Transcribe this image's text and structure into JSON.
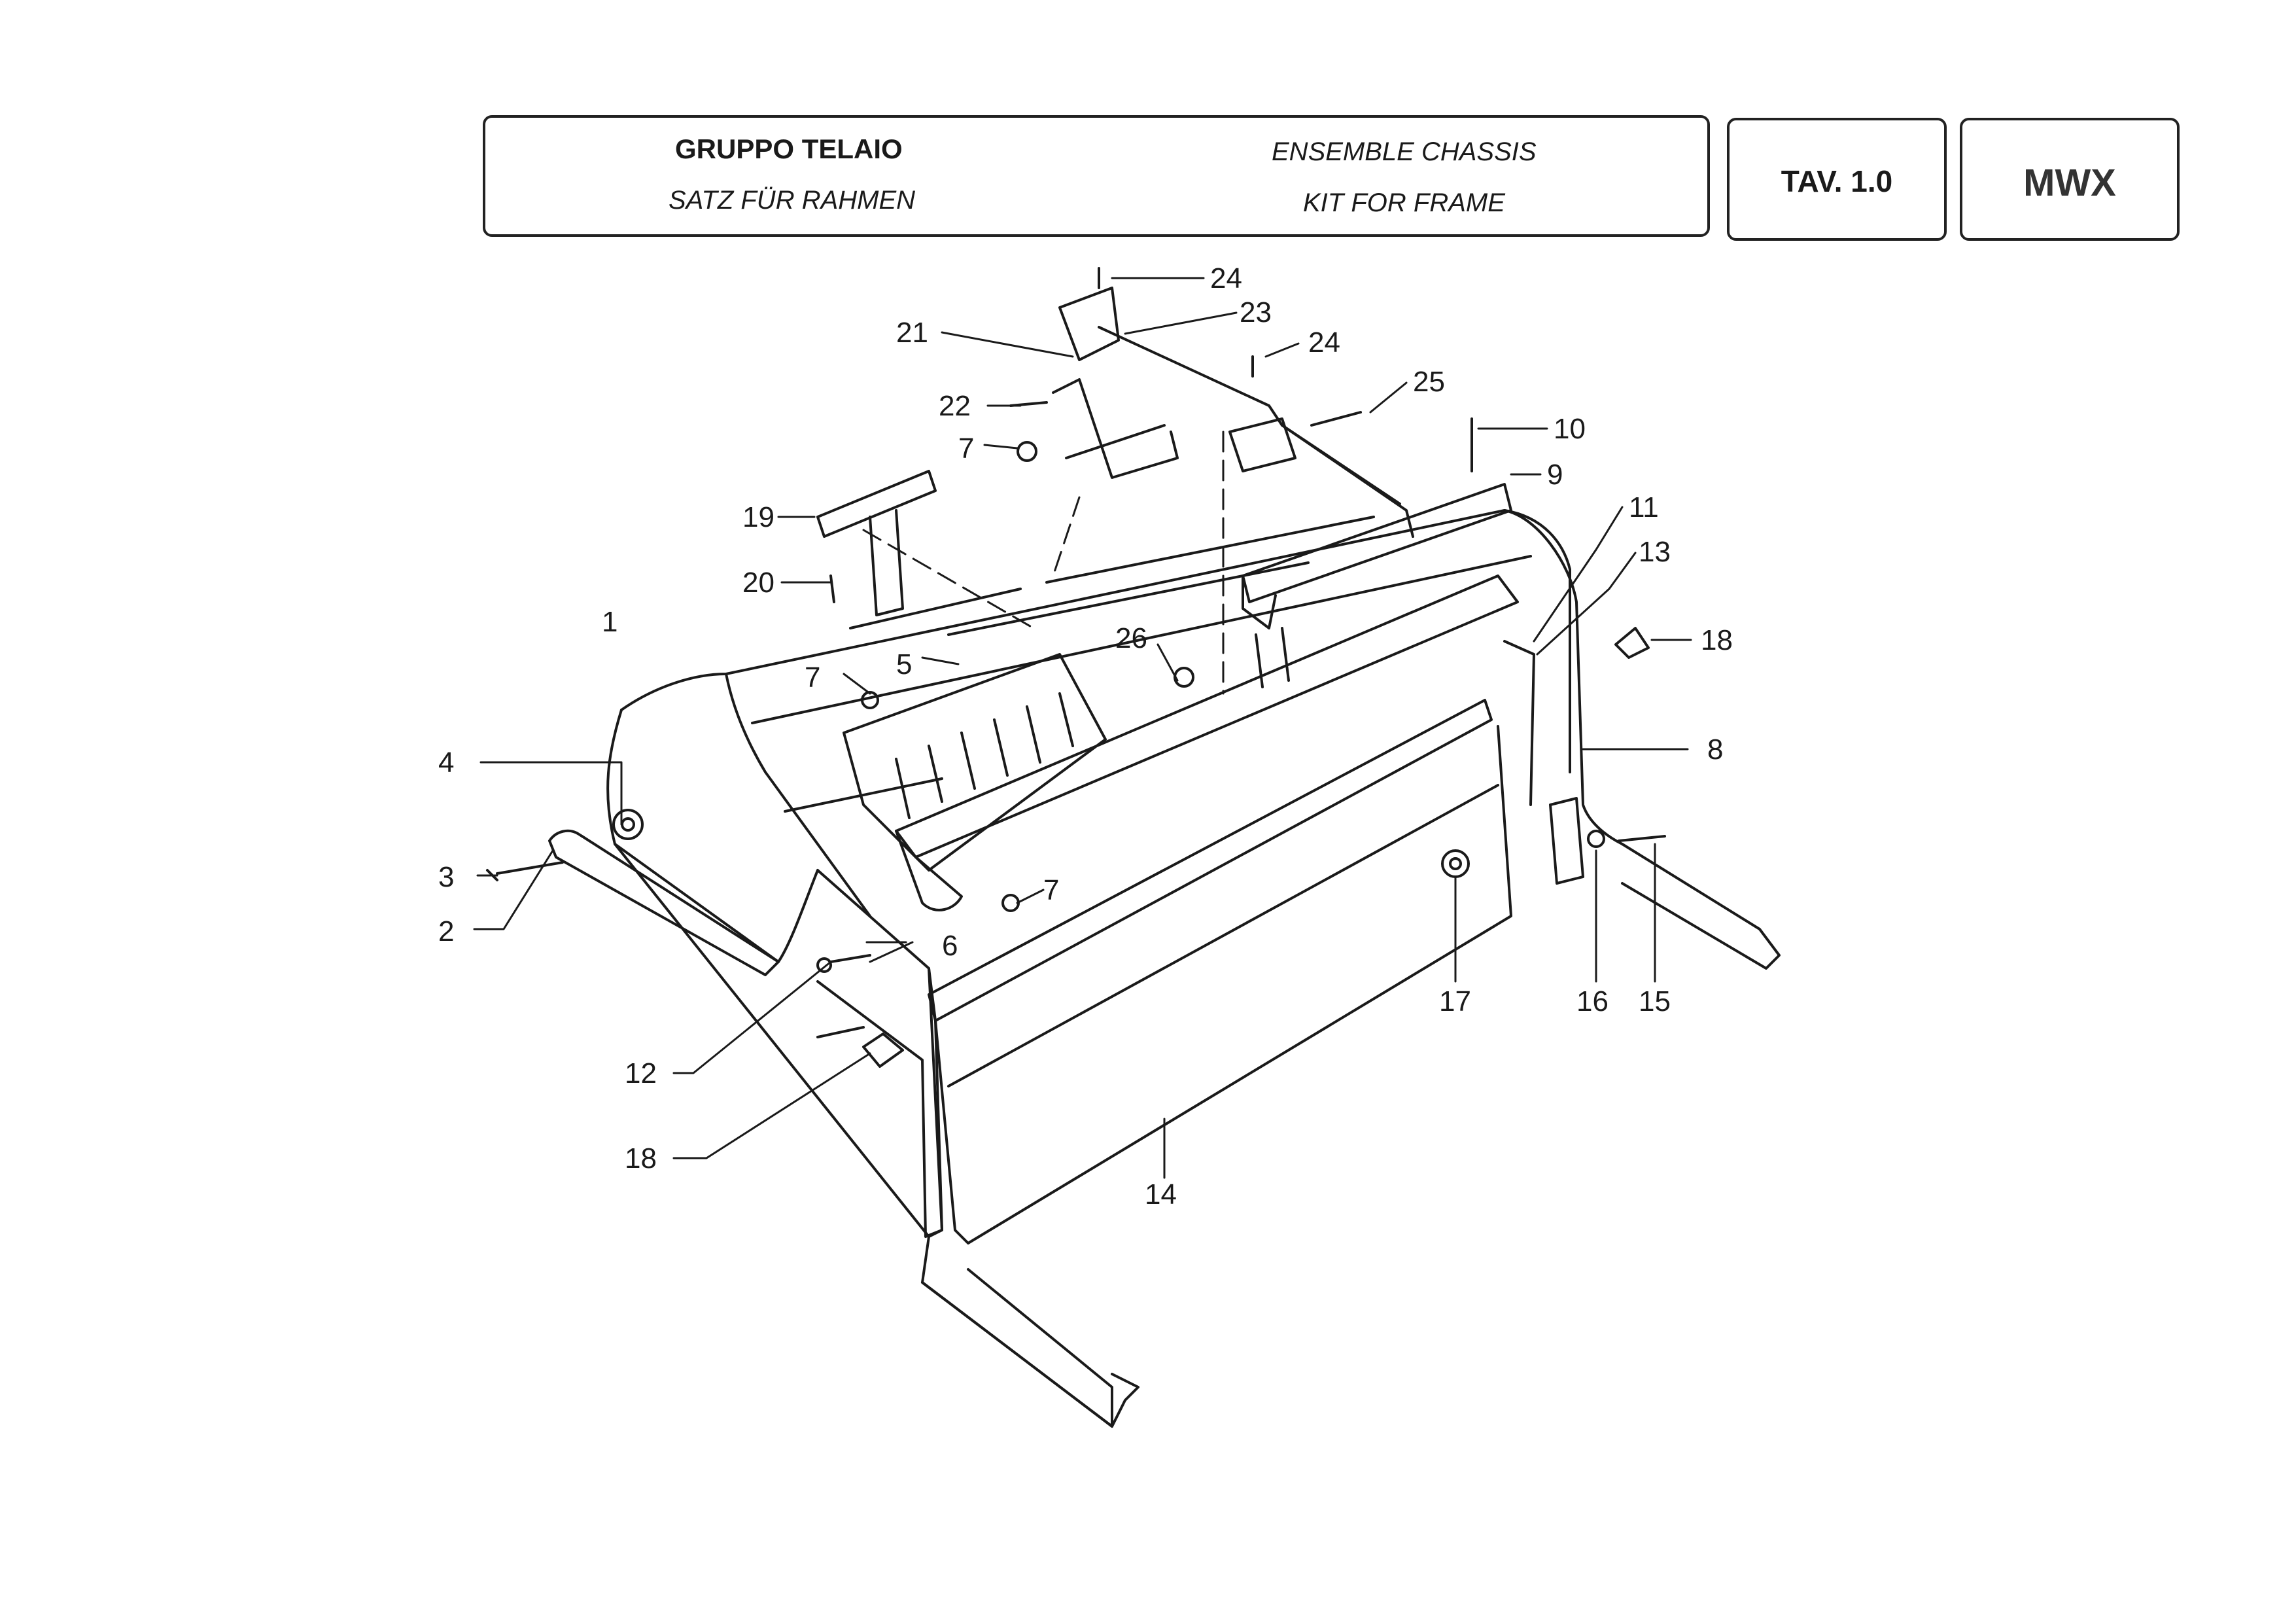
{
  "header": {
    "title_it": "GRUPPO TELAIO",
    "title_fr": "ENSEMBLE CHASSIS",
    "title_de": "SATZ FÜR RAHMEN",
    "title_en": "KIT FOR FRAME",
    "table_ref": "TAV. 1.0",
    "model_code": "MWX"
  },
  "callouts": [
    "1",
    "2",
    "3",
    "4",
    "5",
    "6",
    "7",
    "7",
    "7",
    "8",
    "9",
    "10",
    "11",
    "12",
    "13",
    "14",
    "15",
    "16",
    "17",
    "18",
    "18",
    "19",
    "20",
    "21",
    "22",
    "23",
    "24",
    "24",
    "25",
    "26"
  ],
  "colors": {
    "line": "#1a1a1a",
    "paper": "#ffffff"
  }
}
